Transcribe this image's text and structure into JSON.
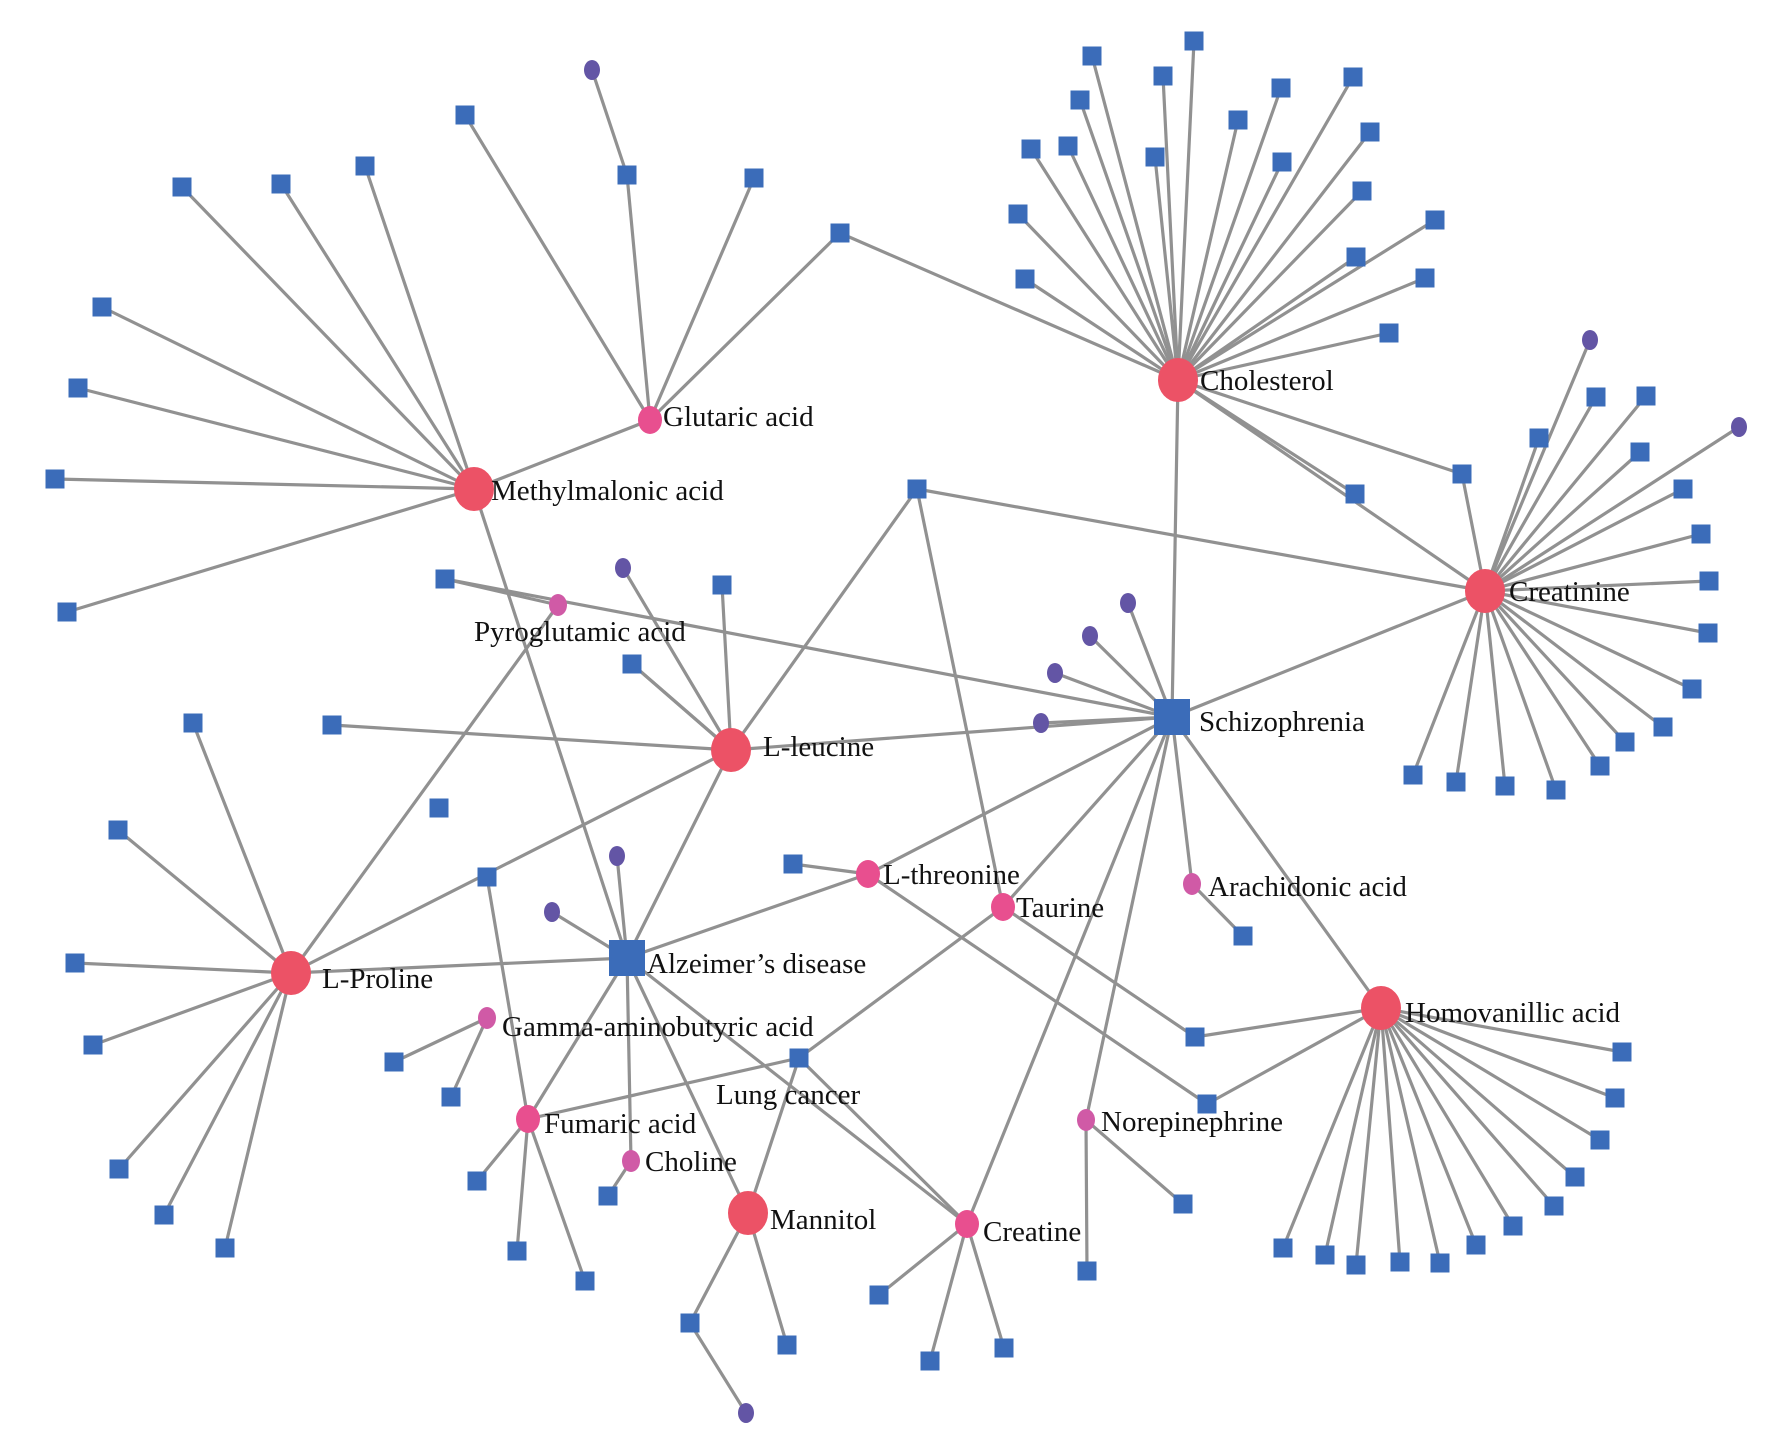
{
  "colors": {
    "edge": "#919191",
    "square": "#3b6cb9",
    "metabolite_large": "#ec5266",
    "metabolite_mid": "#e84f8f",
    "metabolite_small": "#d05aa6",
    "dot": "#6355a5",
    "label": "#111111"
  },
  "labels": {
    "cholesterol": "Cholesterol",
    "glutaric": "Glutaric acid",
    "methylmalonic": "Methylmalonic acid",
    "creatinine": "Creatinine",
    "pyroglutamic": "Pyroglutamic acid",
    "schizophrenia": "Schizophrenia",
    "leucine": "L-leucine",
    "threonine": "L-threonine",
    "taurine": "Taurine",
    "arachidonic": "Arachidonic acid",
    "alzheimer": "Alzeimer’s disease",
    "proline": "L-Proline",
    "homovanillic": "Homovanillic acid",
    "gaba": "Gamma-aminobutyric acid",
    "lungcancer": "Lung cancer",
    "fumaric": "Fumaric acid",
    "norepinephrine": "Norepinephrine",
    "choline": "Choline",
    "mannitol": "Mannitol",
    "creatine": "Creatine"
  }
}
